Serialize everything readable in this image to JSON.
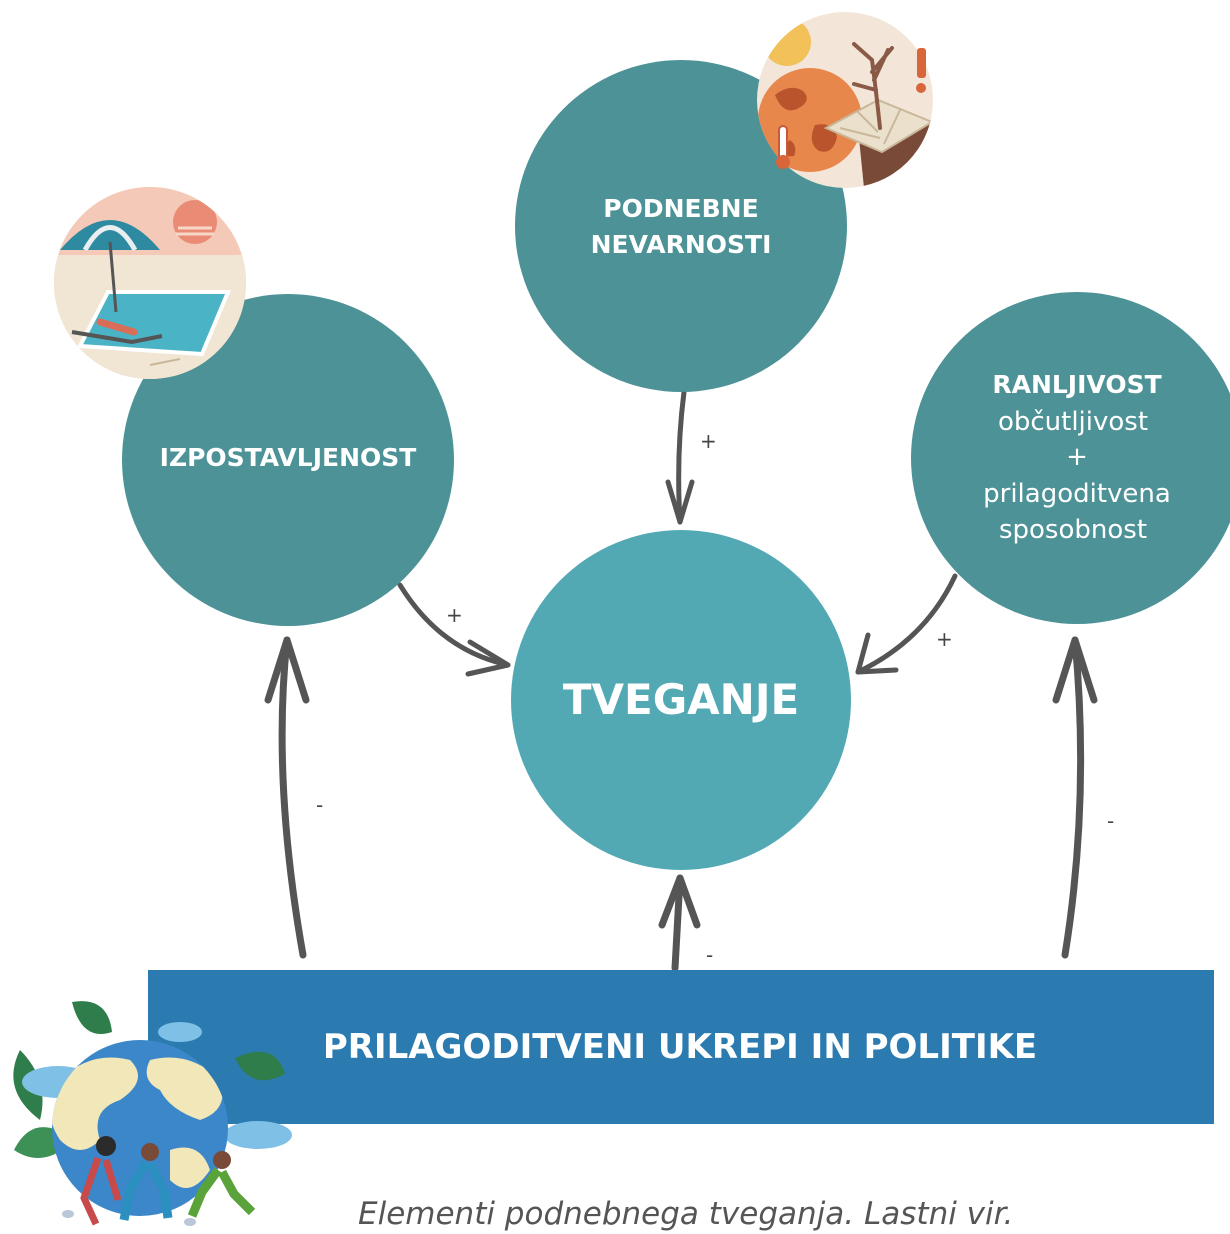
{
  "colors": {
    "node": "#4d9296",
    "center": "#52a9b3",
    "bar": "#2b7bb0",
    "arrow": "#555555"
  },
  "nodes": {
    "hazards": {
      "line1": "PODNEBNE",
      "line2": "NEVARNOSTI"
    },
    "exposure": {
      "label": "IZPOSTAVLJENOST"
    },
    "vulnerability": {
      "title": "RANLJIVOST",
      "line1": "občutljivost",
      "line2": "+",
      "line3": "prilagoditvena",
      "line4": "sposobnost"
    },
    "risk": {
      "label": "TVEGANJE"
    }
  },
  "bar": {
    "label": "PRILAGODITVENI UKREPI IN POLITIKE"
  },
  "signs": {
    "hazards_to_risk": "+",
    "exposure_to_risk": "+",
    "vulnerability_to_risk": "+",
    "bar_to_exposure": "-",
    "bar_to_risk": "-",
    "bar_to_vulnerability": "-"
  },
  "icons": {
    "hazards": "drought-globe-thermometer-icon",
    "exposure": "heat-pool-umbrella-icon",
    "policies": "earth-people-planting-icon"
  },
  "caption": "Elementi podnebnega tveganja. Lastni vir."
}
